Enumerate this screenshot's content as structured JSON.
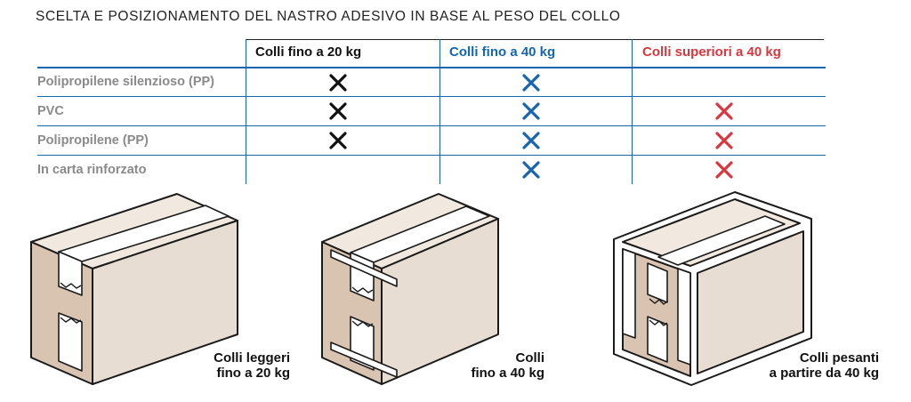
{
  "title": "SCELTA E POSIZIONAMENTO DEL NASTRO ADESIVO IN BASE AL PESO DEL COLLO",
  "table": {
    "columns": [
      {
        "label": "Colli fino a 20 kg",
        "color": "#111111"
      },
      {
        "label": "Colli fino a 40 kg",
        "color": "#1565b0"
      },
      {
        "label": "Colli superiori a 40 kg",
        "color": "#d9373d"
      }
    ],
    "rows": [
      {
        "label": "Polipropilene silenzioso (PP)",
        "marks": [
          true,
          true,
          false
        ]
      },
      {
        "label": "PVC",
        "marks": [
          true,
          true,
          true
        ]
      },
      {
        "label": "Polipropilene (PP)",
        "marks": [
          true,
          true,
          true
        ]
      },
      {
        "label": "In carta rinforzato",
        "marks": [
          false,
          true,
          true
        ]
      }
    ],
    "mark_icon": "x-mark-icon"
  },
  "boxes": [
    {
      "caption_line1": "Colli leggeri",
      "caption_line2": "fino a 20 kg"
    },
    {
      "caption_line1": "Colli",
      "caption_line2": "fino a 40 kg"
    },
    {
      "caption_line1": "Colli pesanti",
      "caption_line2": "a partire da 40 kg"
    }
  ],
  "colors": {
    "box_side": "#d9c3b1",
    "box_front": "#e8ddd2",
    "box_top": "#f1e8df",
    "outline": "#1a1a1a",
    "tape": "#ffffff",
    "row_rule": "#1565b0",
    "header_rule": "#222222"
  }
}
